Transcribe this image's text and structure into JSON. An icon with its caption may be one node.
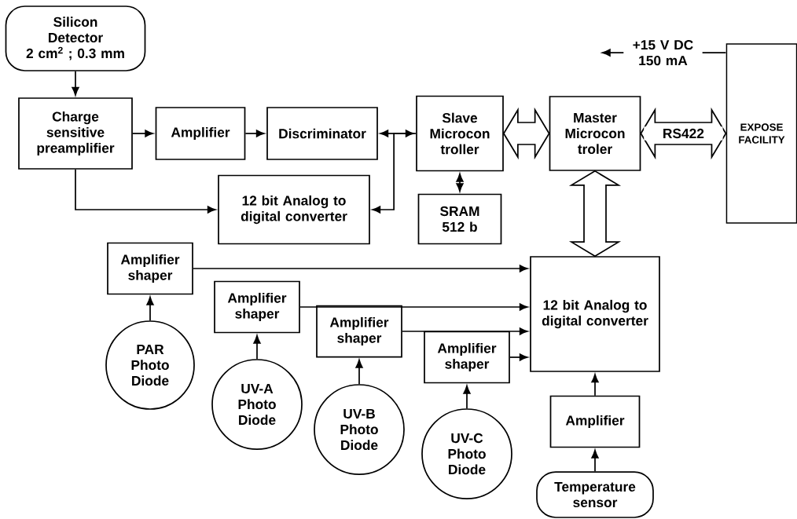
{
  "diagram": {
    "nodes": [
      {
        "text": [
          "Silicon Detector",
          "2 cm$^{2}$ ; 0.3 mm"
        ]
      },
      {
        "text": [
          "Charge sensitive preamplifier"
        ]
      },
      {
        "text": [
          "Amplifier"
        ]
      },
      {
        "text": [
          "Discriminator"
        ]
      },
      {
        "text": [
          "12 bit Analog to digital converter"
        ]
      },
      {
        "text": [
          "Slave Microcon troller"
        ]
      },
      {
        "text": [
          "SRAM 512 b"
        ]
      },
      {
        "text": [
          "Master Microcon troler"
        ]
      },
      {
        "text": [
          "EXPOSE FACILITY"
        ]
      },
      {
        "text": [
          "Amplifier shaper"
        ]
      },
      {
        "text": [
          "Amplifier shaper"
        ]
      },
      {
        "text": [
          "Amplifier shaper"
        ]
      },
      {
        "text": [
          "Amplifier shaper"
        ]
      },
      {
        "text": [
          "12 bit Analog to digital converter"
        ]
      },
      {
        "text": [
          "PAR Photo Diode"
        ]
      },
      {
        "text": [
          "UV-A Photo Diode"
        ]
      },
      {
        "text": [
          "UV-B Photo Diode"
        ]
      },
      {
        "text": [
          "UV-C Photo Diode"
        ]
      },
      {
        "text": [
          "Amplifier"
        ]
      },
      {
        "text": [
          "Temperature sensor"
        ]
      }
    ],
    "edges": [
      {
        "from": 0,
        "to": 1,
        "arrow": "to"
      },
      {
        "from": 1,
        "to": 2,
        "arrow": "to"
      },
      {
        "from": 2,
        "to": 3,
        "arrow": "to"
      },
      {
        "from": 1,
        "to": 4,
        "arrow": "to"
      },
      {
        "from": 3,
        "to": 5,
        "arrow": "both"
      },
      {
        "from": 5,
        "to": 4,
        "arrow": "to"
      },
      {
        "from": 5,
        "to": 6,
        "arrow": "both"
      },
      {
        "from": 5,
        "to": 7,
        "arrow": "both",
        "style": "thick"
      },
      {
        "from": 7,
        "to": 8,
        "arrow": "both",
        "style": "thick",
        "label": "RS422"
      },
      {
        "from": 8,
        "to": null,
        "arrow": "to",
        "label": "+15 V DC 150 mA"
      },
      {
        "from": 7,
        "to": 13,
        "arrow": "both",
        "style": "thick"
      },
      {
        "from": 9,
        "to": 13,
        "arrow": "to"
      },
      {
        "from": 10,
        "to": 13,
        "arrow": "to"
      },
      {
        "from": 11,
        "to": 13,
        "arrow": "to"
      },
      {
        "from": 12,
        "to": 13,
        "arrow": "to"
      },
      {
        "from": 14,
        "to": 9,
        "arrow": "to"
      },
      {
        "from": 15,
        "to": 10,
        "arrow": "to"
      },
      {
        "from": 16,
        "to": 11,
        "arrow": "to"
      },
      {
        "from": 17,
        "to": 12,
        "arrow": "to"
      },
      {
        "from": 18,
        "to": 13,
        "arrow": "to"
      },
      {
        "from": 19,
        "to": 18,
        "arrow": "to"
      }
    ]
  }
}
